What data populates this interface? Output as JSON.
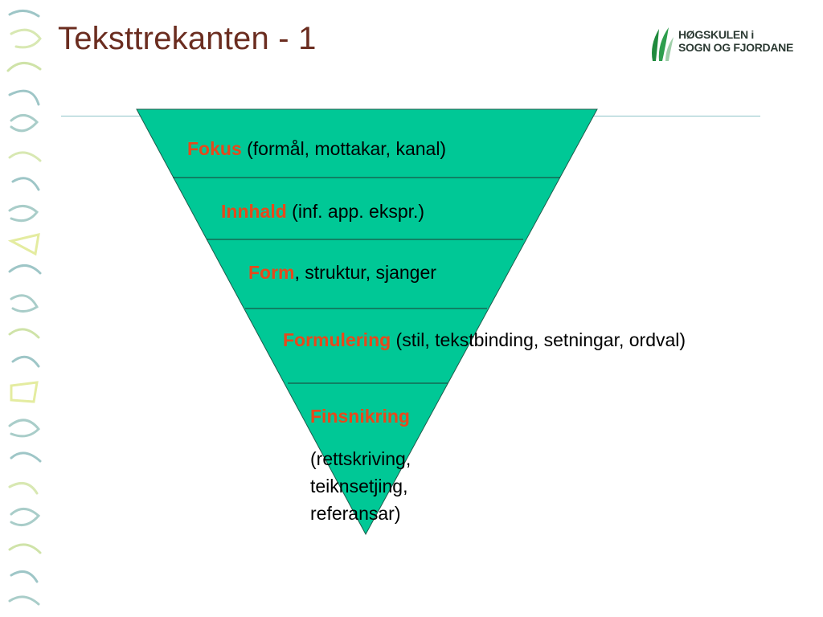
{
  "title": "Teksttrekanten - 1",
  "logo": {
    "line1": "HØGSKULEN i",
    "line2": "SOGN OG FJORDANE",
    "accent": "#1f8a3d"
  },
  "colors": {
    "triangle": "#00c896",
    "keyword": "#e8481a",
    "title": "#6b2d20",
    "rule": "#8fc4c9"
  },
  "levels": [
    {
      "keyword": "Fokus",
      "detail": " (formål, mottakar, kanal)"
    },
    {
      "keyword": "Innhald",
      "detail": " (inf. app. ekspr.)"
    },
    {
      "keyword": "Form",
      "detail": ", struktur, sjanger"
    },
    {
      "keyword": "Formulering",
      "detail": " (stil, tekstbinding, setningar, ordval)"
    },
    {
      "keyword": "Finsnikring",
      "detail_lines": [
        "(rettskriving,",
        "teiknsetjing,",
        "referansar)"
      ]
    }
  ]
}
